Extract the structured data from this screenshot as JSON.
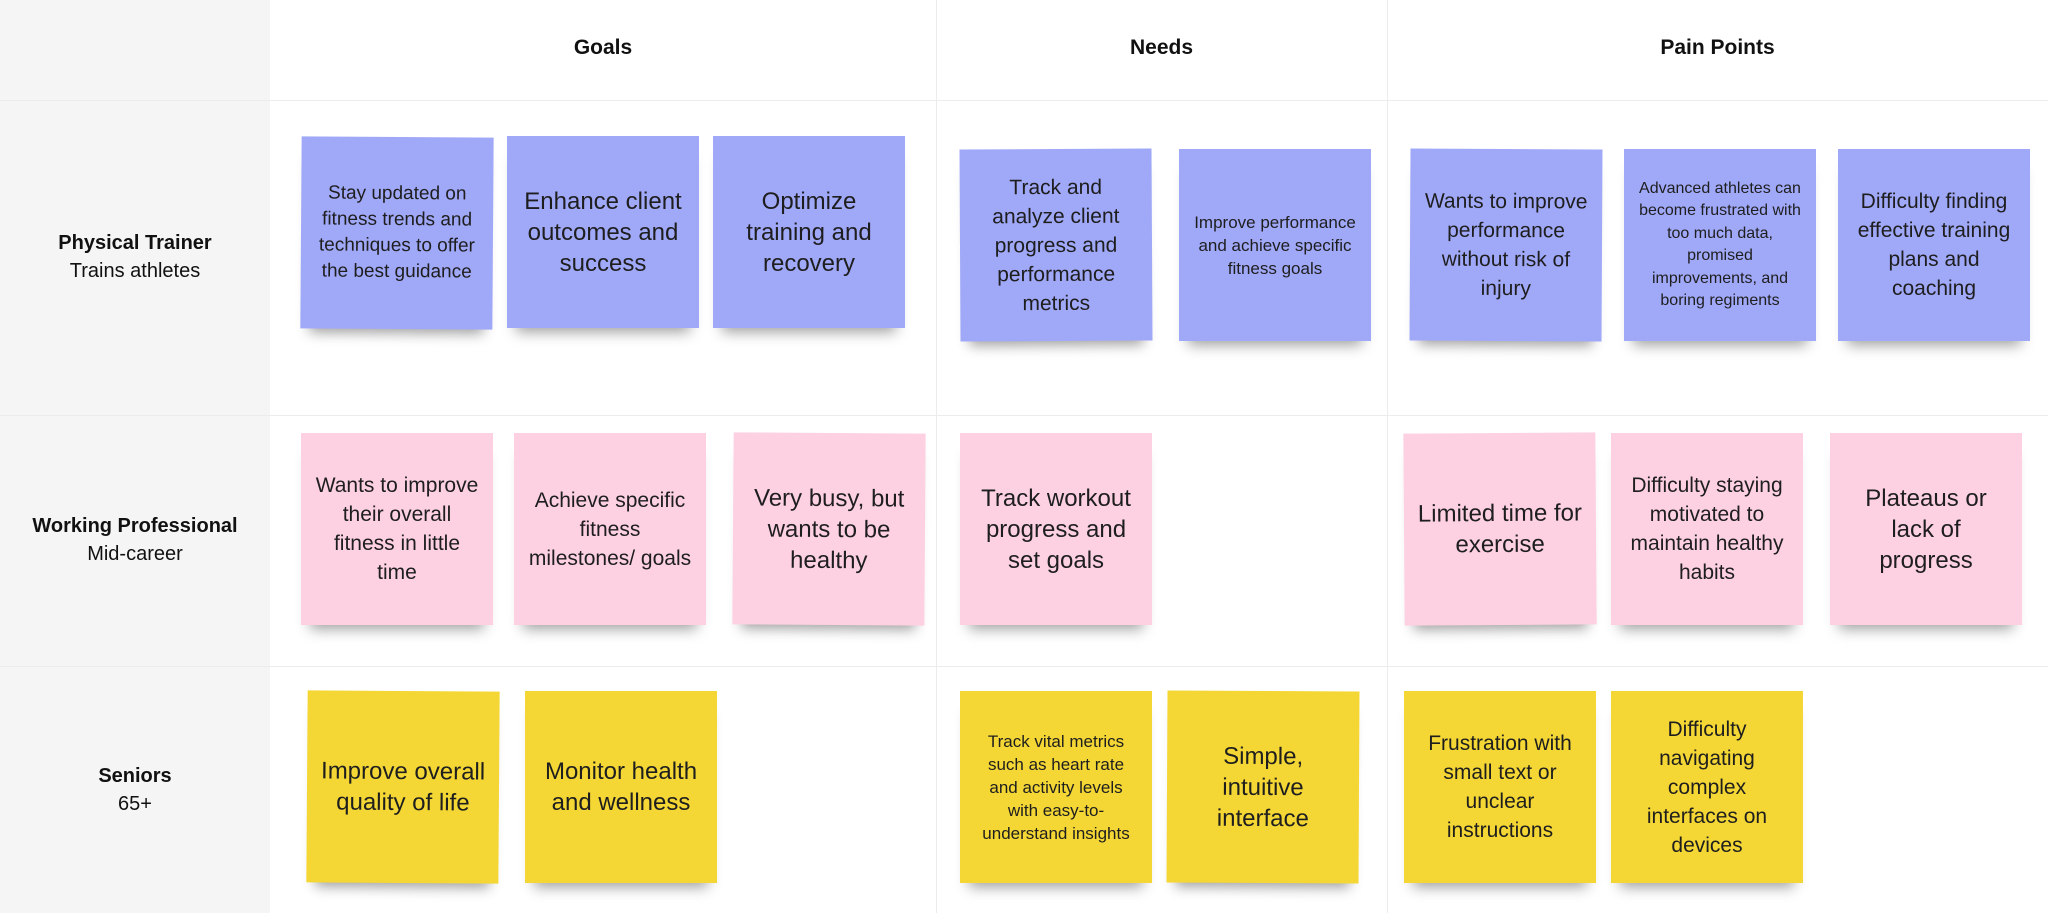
{
  "columns": [
    "Goals",
    "Needs",
    "Pain Points"
  ],
  "rows": [
    {
      "title": "Physical Trainer",
      "subtitle": "Trains athletes"
    },
    {
      "title": "Working Professional",
      "subtitle": "Mid-career"
    },
    {
      "title": "Seniors",
      "subtitle": "65+"
    }
  ],
  "colors": {
    "blue": "#a0a8f8",
    "pink": "#fdd1e2",
    "yellow": "#f4d735",
    "sidebar": "#f5f5f5"
  },
  "notes": {
    "trainer_goals": [
      "Stay updated on fitness trends and techniques to offer the best guidance",
      "Enhance client outcomes and success",
      "Optimize training and recovery"
    ],
    "trainer_needs": [
      "Track and analyze client progress and performance metrics",
      "Improve performance and achieve specific fitness goals"
    ],
    "trainer_pains": [
      "Wants to improve performance without risk of injury",
      "Advanced athletes can become frustrated with too much data, promised improvements, and boring regiments",
      "Difficulty finding effective training plans and coaching"
    ],
    "pro_goals": [
      "Wants to improve their overall fitness in little time",
      "Achieve specific fitness milestones/ goals",
      "Very busy, but wants to be healthy"
    ],
    "pro_needs": [
      "Track workout progress and set goals"
    ],
    "pro_pains": [
      "Limited time for exercise",
      "Difficulty staying motivated to maintain healthy habits",
      "Plateaus or lack of progress"
    ],
    "senior_goals": [
      "Improve overall quality of life",
      "Monitor health and wellness"
    ],
    "senior_needs": [
      "Track vital metrics such as heart rate and activity levels with easy-to-understand insights",
      "Simple, intuitive interface"
    ],
    "senior_pains": [
      "Frustration with small text or unclear instructions",
      "Difficulty navigating complex interfaces on devices"
    ]
  }
}
